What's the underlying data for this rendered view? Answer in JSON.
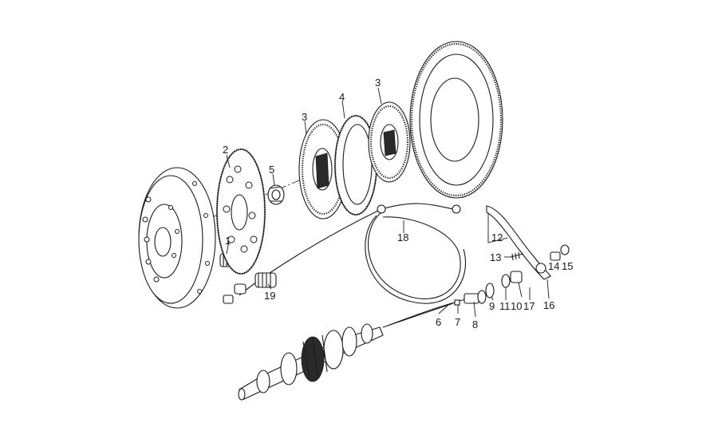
{
  "callouts": [
    {
      "id": "c1",
      "label": "1"
    },
    {
      "id": "c2",
      "label": "2"
    },
    {
      "id": "c3a",
      "label": "3"
    },
    {
      "id": "c4",
      "label": "4"
    },
    {
      "id": "c3b",
      "label": "3"
    },
    {
      "id": "c5",
      "label": "5"
    },
    {
      "id": "c6",
      "label": "6"
    },
    {
      "id": "c7",
      "label": "7"
    },
    {
      "id": "c8",
      "label": "8"
    },
    {
      "id": "c9",
      "label": "9"
    },
    {
      "id": "c10",
      "label": "10"
    },
    {
      "id": "c11",
      "label": "11"
    },
    {
      "id": "c12",
      "label": "12"
    },
    {
      "id": "c13",
      "label": "13"
    },
    {
      "id": "c14",
      "label": "14"
    },
    {
      "id": "c15",
      "label": "15"
    },
    {
      "id": "c16",
      "label": "16"
    },
    {
      "id": "c17",
      "label": "17"
    },
    {
      "id": "c18",
      "label": "18"
    },
    {
      "id": "c19",
      "label": "19"
    }
  ]
}
